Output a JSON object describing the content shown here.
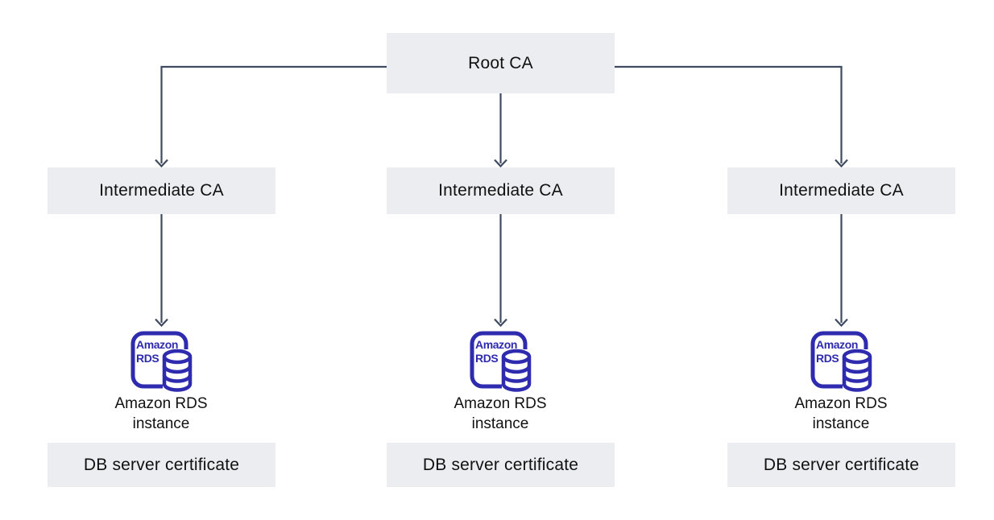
{
  "diagram": {
    "title_semantic": "RDS certificate hierarchy",
    "colors": {
      "node_fill": "#ECEDF1",
      "connector": "#3F4B60",
      "rds_brand": "#2E2BAF",
      "text": "#111111"
    },
    "root_node": {
      "label": "Root CA"
    },
    "rds_icon": {
      "line1": "Amazon",
      "line2": "RDS"
    },
    "columns": [
      {
        "intermediate": "Intermediate CA",
        "instance_line1": "Amazon RDS",
        "instance_line2": "instance",
        "certificate": "DB server certificate"
      },
      {
        "intermediate": "Intermediate CA",
        "instance_line1": "Amazon RDS",
        "instance_line2": "instance",
        "certificate": "DB server certificate"
      },
      {
        "intermediate": "Intermediate CA",
        "instance_line1": "Amazon RDS",
        "instance_line2": "instance",
        "certificate": "DB server certificate"
      }
    ]
  }
}
